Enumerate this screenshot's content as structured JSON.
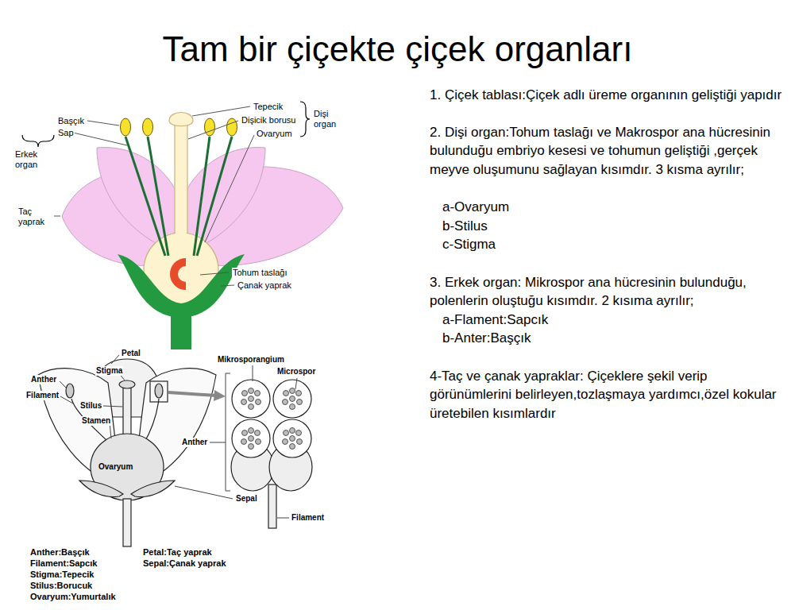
{
  "diagram": {
    "title": "Tam bir çiçekte çiçek organları",
    "labels": [
      "Başçık",
      "Sap",
      "Erkek organ",
      "Taç yaprak",
      "Tepecik",
      "Dişicik borusu",
      "Ovaryum",
      "Dişi organ",
      "Tohum taslağı",
      "Çanak yaprak",
      "Petal",
      "Stigma",
      "Anther",
      "Filament",
      "Stilus",
      "Stamen",
      "Ovaryum",
      "Mikrosporangium",
      "Microspor",
      "Anther",
      "Sepal",
      "Filament",
      "Anther:Başçık",
      "Filament:Sapcık",
      "Stigma:Tepecik",
      "Stilus:Borucuk",
      "Ovaryum:Yumurtalık",
      "Petal:Taç yaprak",
      "Sepal:Çanak yaprak",
      "1. Çiçek tablası:Çiçek adlı üreme organının geliştiği yapıdır",
      "2. Dişi organ:Tohum taslağı ve Makrospor ana hücresinin bulunduğu embriyo kesesi ve tohumun geliştiği ,gerçek meyve oluşumunu sağlayan kısımdır. 3 kısma ayrılır;",
      "a-Ovaryum",
      "b-Stilus",
      "c-Stigma",
      "3. Erkek organ: Mikrospor ana hücresinin bulunduğu, polenlerin oluştuğu kısımdır. 2 kısıma ayrılır;",
      "a-Flament:Sapcık",
      "b-Anter:Başçık",
      "4-Taç ve çanak yapraklar: Çiçeklere şekil verip görünümlerini belirleyen,tozlaşmaya yardımcı,özel kokular üretebilen kısımlardır"
    ]
  }
}
